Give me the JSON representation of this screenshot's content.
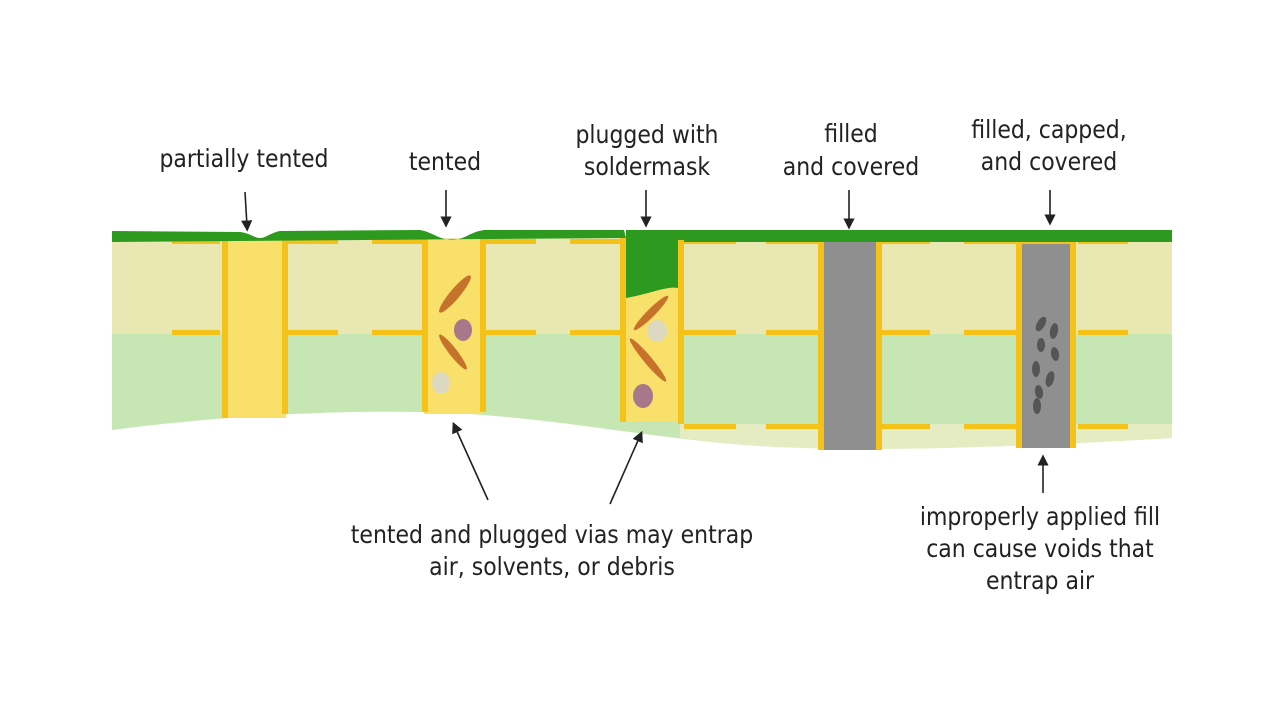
{
  "labels": {
    "partially_tented": "partially tented",
    "tented": "tented",
    "plugged_line1": "plugged with",
    "plugged_line2": "soldermask",
    "filled_line1": "filled",
    "filled_line2": "and covered",
    "capped_line1": "filled, capped,",
    "capped_line2": "and covered",
    "entrap_line1": "tented and plugged vias may entrap",
    "entrap_line2": "air, solvents, or debris",
    "voids_line1": "improperly applied fill",
    "voids_line2": "can cause voids that",
    "voids_line3": "entrap air"
  },
  "colors": {
    "soldermask": "#2d9a1f",
    "core_upper": "#e9e8b3",
    "core_lower": "#c6e7b4",
    "copper": "#f5c21a",
    "via_fill_tented": "#f8e06a",
    "conductive_fill": "#8f8f8f",
    "debris_orange": "#c7722a",
    "debris_purple": "#a7788a",
    "void": "#555555"
  }
}
